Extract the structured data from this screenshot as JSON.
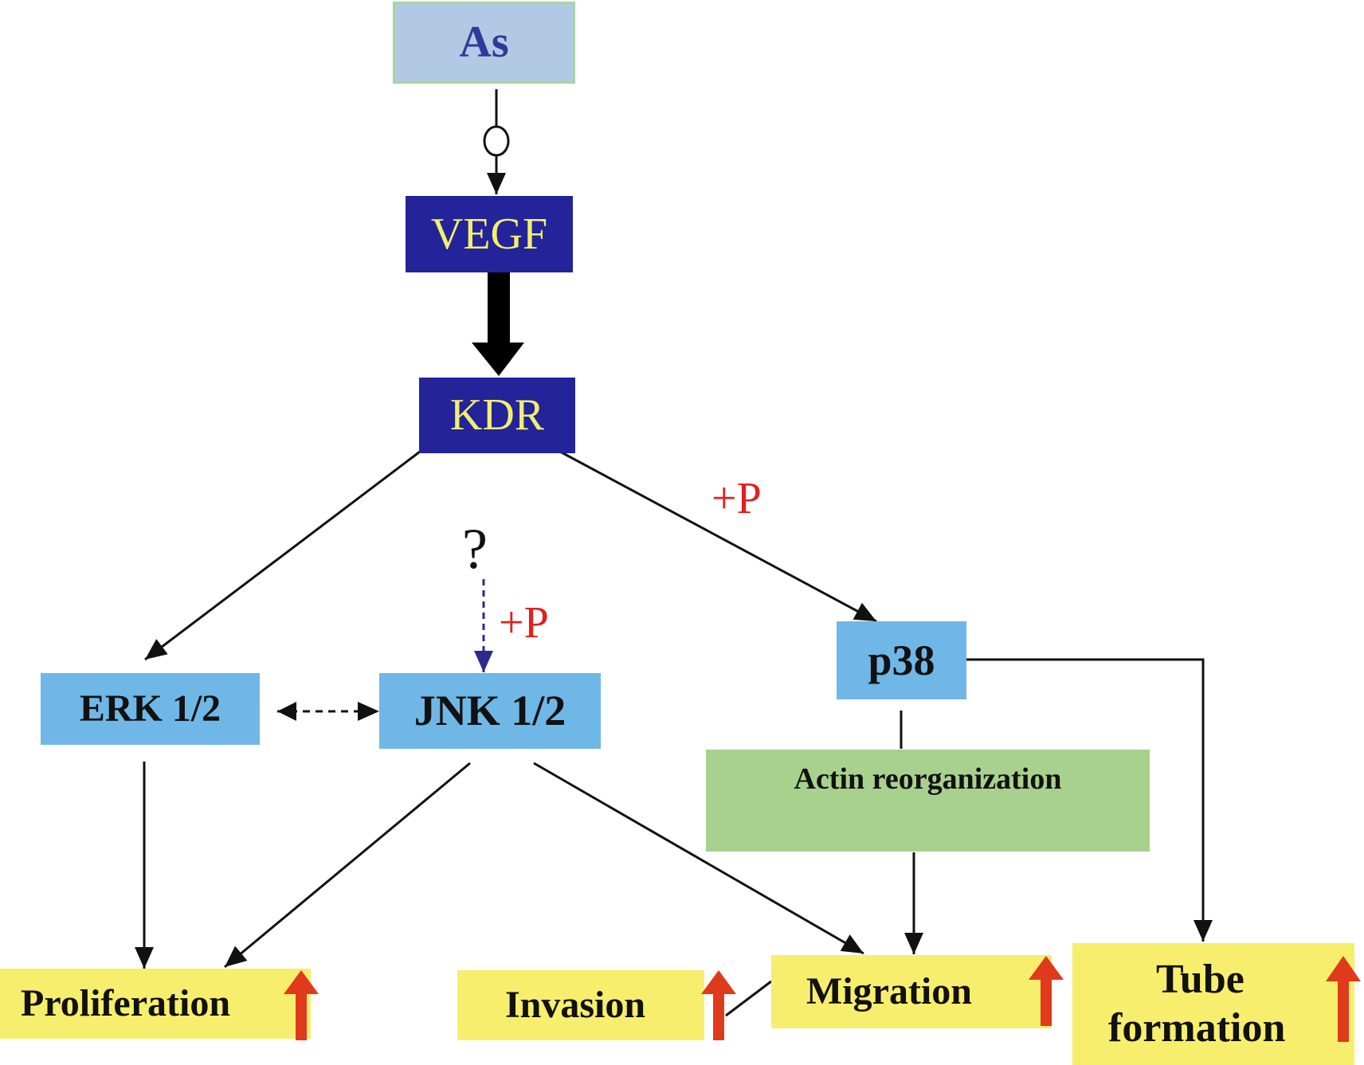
{
  "colors": {
    "source_fill": "#b2c9e3",
    "source_border": "#a9d3a0",
    "source_text": "#2e3a9a",
    "receptor_fill": "#23239a",
    "receptor_text": "#f3ee6e",
    "kinase_fill": "#6fb7e6",
    "kinase_text": "#111111",
    "actin_fill": "#a8d18e",
    "outcome_fill": "#f7ee6d",
    "increase_arrow": "#e03a1c",
    "phospho_text": "#e0211f",
    "dashed_arrow": "#2b2b8f",
    "line": "#111111"
  },
  "nodes": {
    "as": "As",
    "vegf": "VEGF",
    "kdr": "KDR",
    "erk": "ERK 1/2",
    "jnk": "JNK 1/2",
    "p38": "p38",
    "actin": "Actin reorganization",
    "proliferation": "Proliferation",
    "invasion": "Invasion",
    "migration": "Migration",
    "tube_line1": "Tube",
    "tube_line2": "formation"
  },
  "annotations": {
    "phospho_p38": "+P",
    "phospho_jnk": "+P",
    "unknown_upstream": "?"
  },
  "icons": {
    "increase": "up-arrow-icon",
    "inhibition": "open-circle-icon"
  }
}
